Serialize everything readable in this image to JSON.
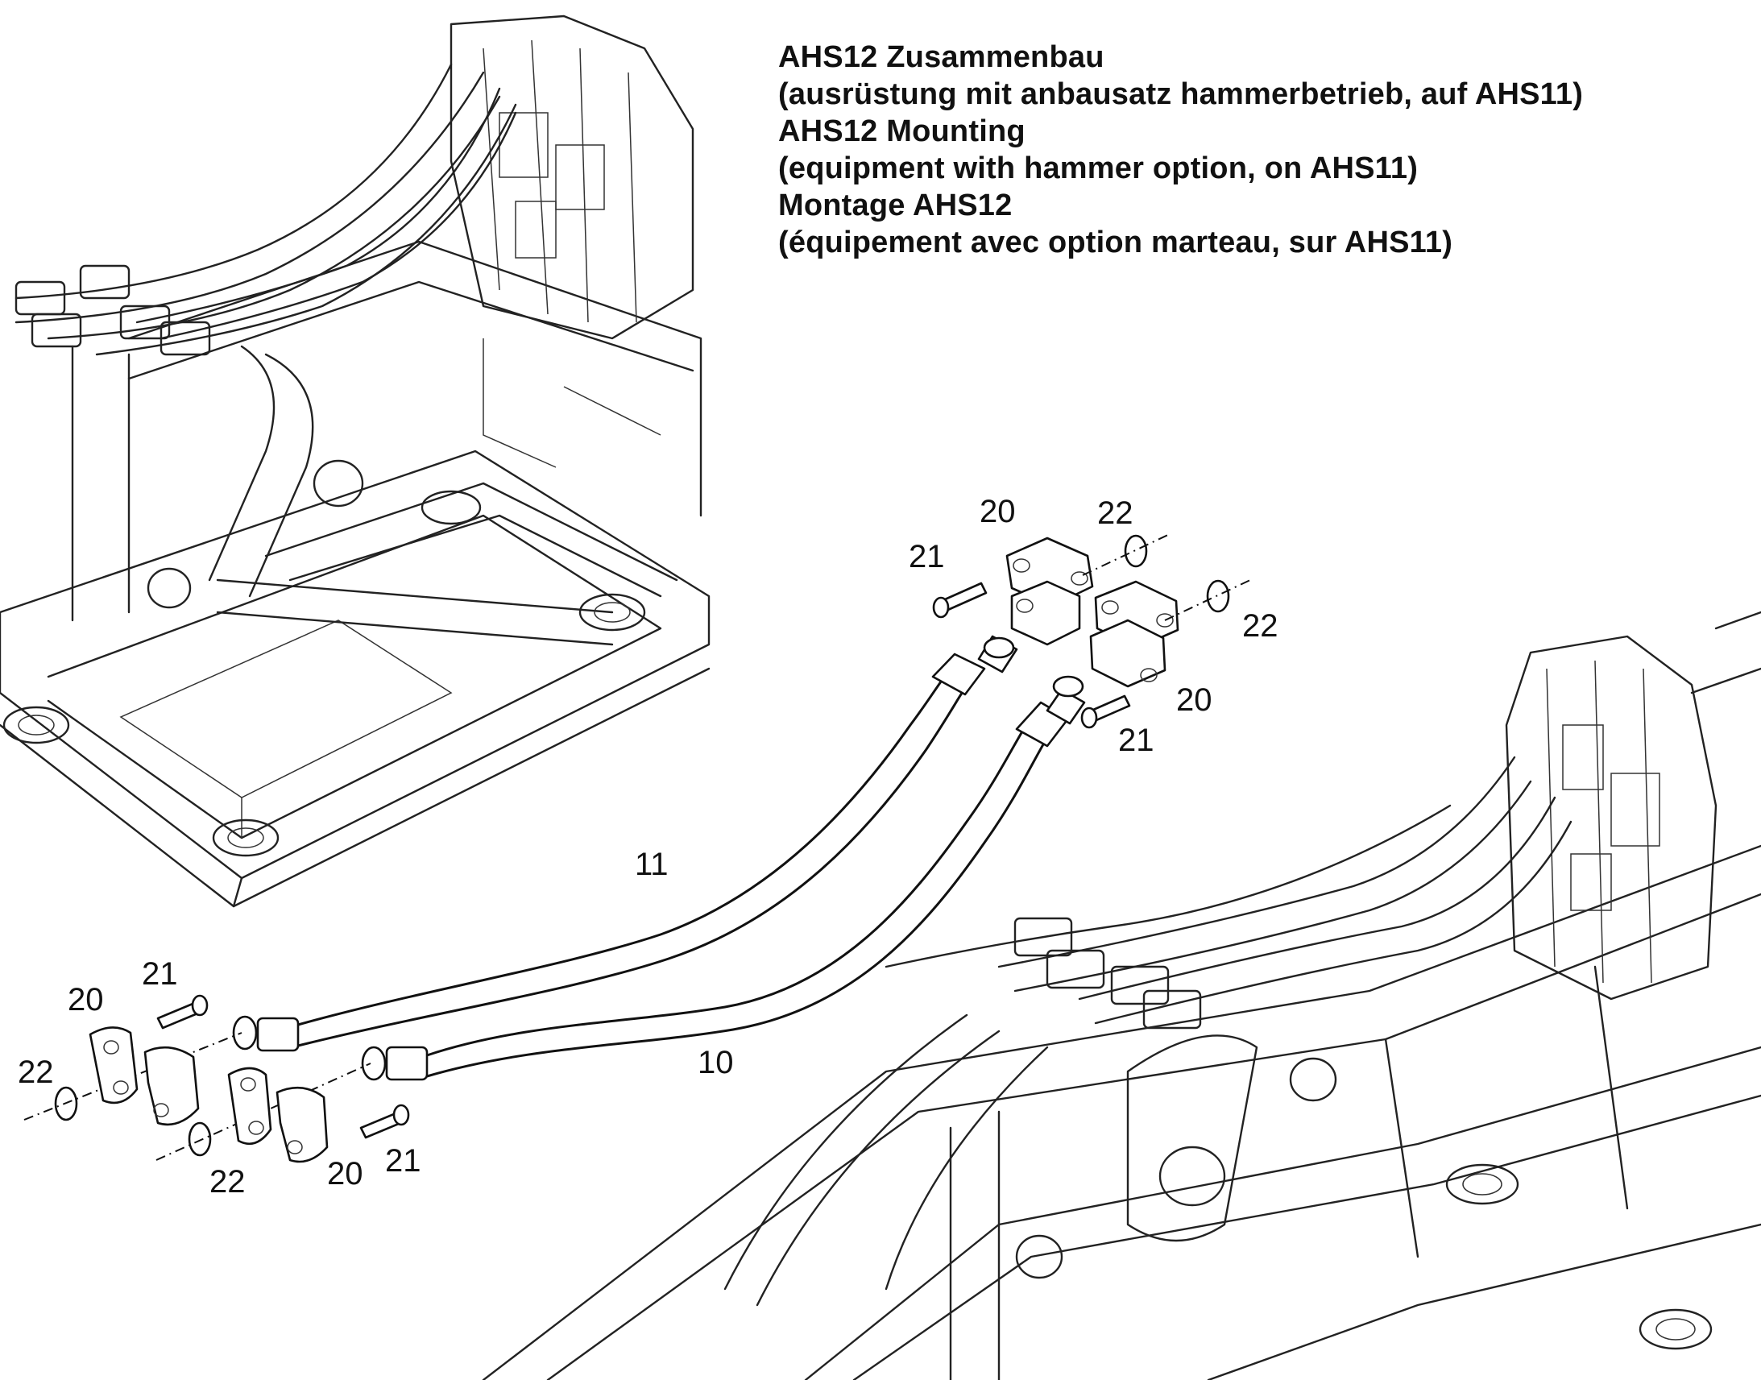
{
  "title_lines": [
    "AHS12 Zusammenbau",
    "(ausrüstung mit anbausatz hammerbetrieb, auf AHS11)",
    "AHS12 Mounting",
    "(equipment with hammer option, on AHS11)",
    "Montage AHS12",
    "(équipement avec option marteau, sur AHS11)"
  ],
  "callouts": {
    "hose_11": "11",
    "hose_10": "10",
    "flange_upper_a": "20",
    "flange_upper_b": "20",
    "screw_upper_a": "21",
    "screw_upper_b": "21",
    "ring_upper_a": "22",
    "ring_upper_b": "22",
    "flange_lower_a": "20",
    "flange_lower_b": "20",
    "screw_lower_a": "21",
    "screw_lower_b": "21",
    "ring_lower_a": "22",
    "ring_lower_b": "22"
  }
}
